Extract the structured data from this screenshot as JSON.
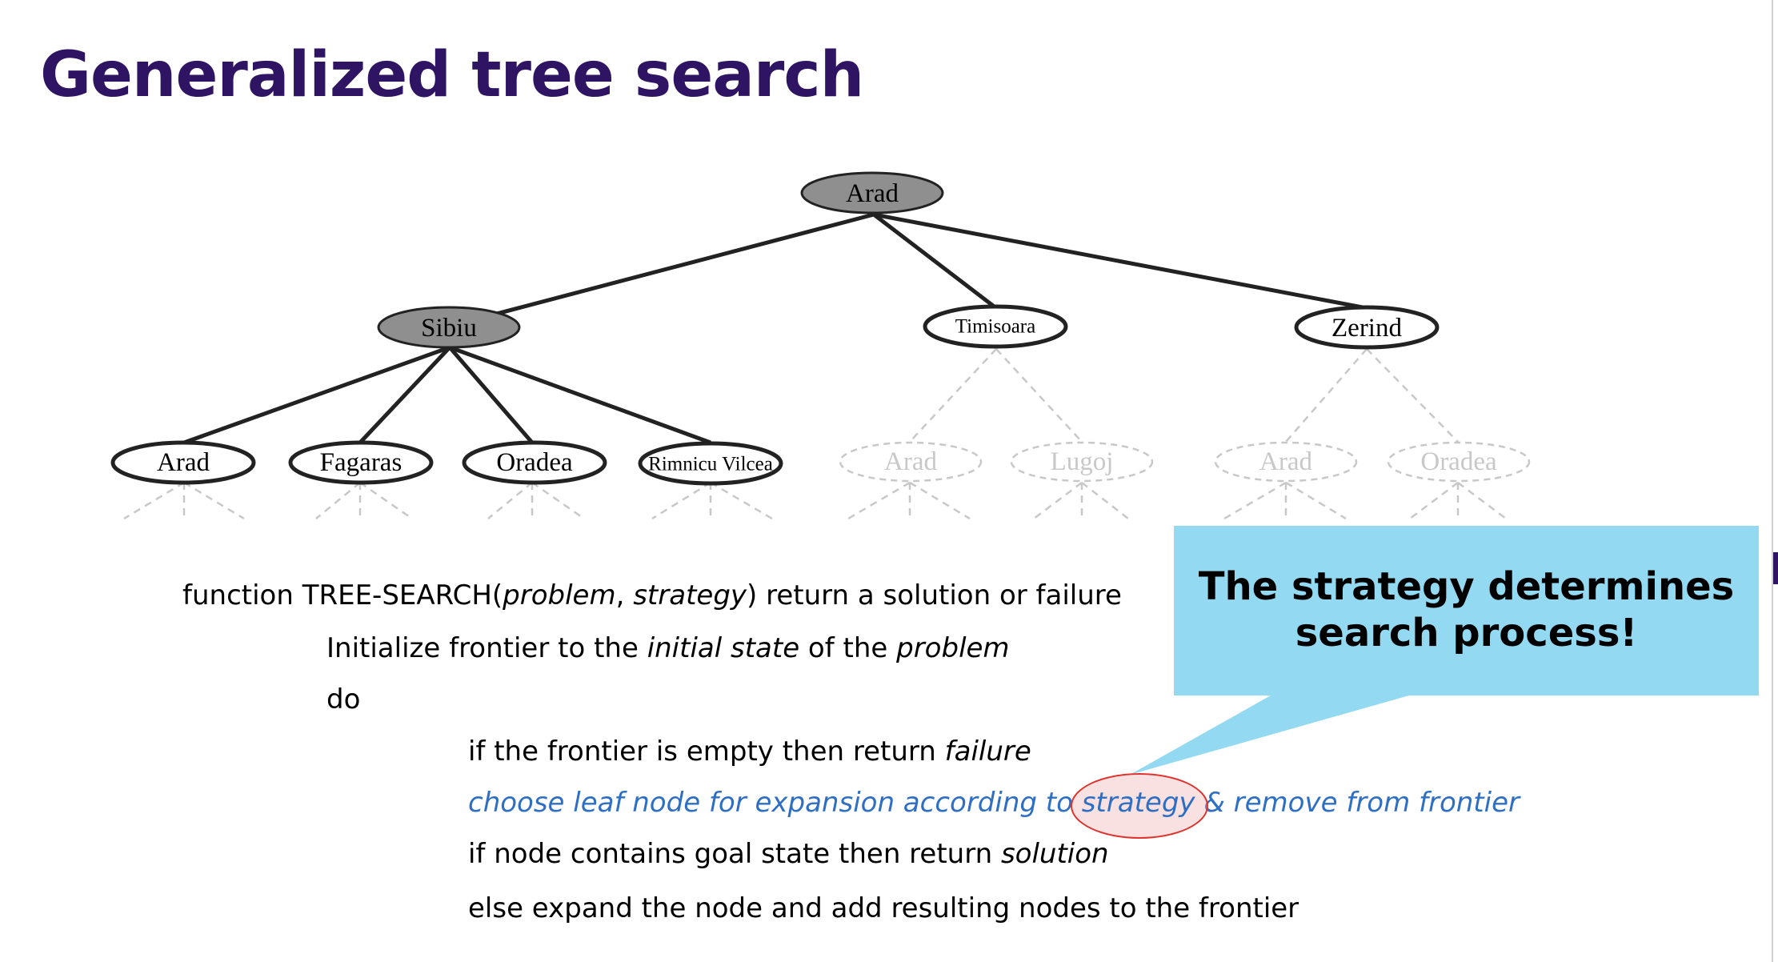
{
  "slide": {
    "title": "Generalized tree search"
  },
  "tree": {
    "root": "Arad",
    "level1": [
      "Sibiu",
      "Timisoara",
      "Zerind"
    ],
    "level2_expanded": [
      "Arad",
      "Fagaras",
      "Oradea",
      "Rimnicu Vilcea"
    ],
    "level2_unexpanded": [
      "Arad",
      "Lugoj",
      "Arad",
      "Oradea"
    ],
    "colors": {
      "expanded_fill": "#8f8f8f",
      "frontier_fill": "#ffffff",
      "unexplored_stroke": "#c8c8c8"
    }
  },
  "pseudocode": {
    "line1": {
      "pre": "function TREE-SEARCH(",
      "arg1": "problem",
      "sep": ", ",
      "arg2": "strategy",
      "post": ") return a solution or failure"
    },
    "line2": {
      "pre": "Initialize frontier  to the ",
      "em1": "initial state",
      "mid": " of the ",
      "em2": "problem"
    },
    "line3": "do",
    "line4": {
      "pre": "if the frontier is empty then return ",
      "em": "failure"
    },
    "line5": {
      "pre": "choose leaf node for expansion according to ",
      "highlight": "strategy",
      "post": " & remove from frontier"
    },
    "line6": {
      "pre": "if node contains goal state then return ",
      "em": "solution"
    },
    "line7": "else expand the node and add resulting nodes to the frontier"
  },
  "callout": {
    "line1": "The strategy determines",
    "line2": "search process!",
    "color": "#94d9f2"
  },
  "colors": {
    "title": "#2e1463",
    "highlight_text": "#2e6fc4",
    "highlight_circle": "#e0322c"
  }
}
